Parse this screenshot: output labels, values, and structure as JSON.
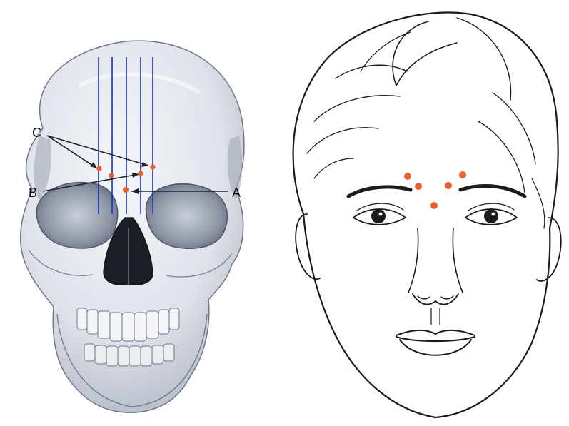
{
  "labels": {
    "a": "A",
    "b": "B",
    "c": "C"
  },
  "colors": {
    "guide_lines": "#1a2fc9",
    "marker_dots": "#e8612c",
    "skull_bone": "#dfe3ea",
    "skull_shadow": "#8c94a3",
    "background": "#ffffff"
  },
  "icons": {
    "left_panel": "skull-illustration",
    "right_panel": "face-line-drawing"
  }
}
